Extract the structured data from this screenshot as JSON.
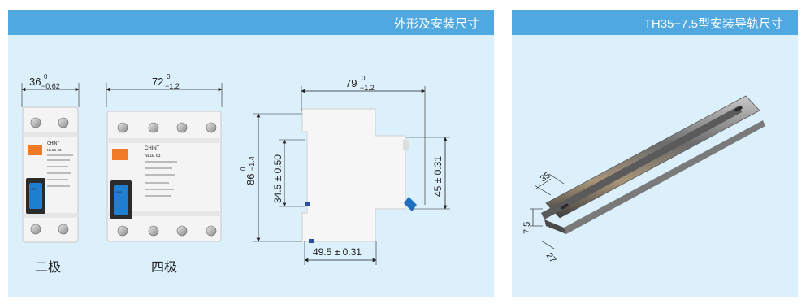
{
  "left_panel": {
    "title": "外形及安装尺寸",
    "dims": {
      "w2_main": "36",
      "w2_sup": "0",
      "w2_sub": "−0.62",
      "w4_main": "72",
      "w4_sup": "0",
      "w4_sub": "−1.2",
      "ws_main": "79",
      "ws_sup": "0",
      "ws_sub": "−1.2",
      "h_main": "86",
      "h_sup": "0",
      "h_sub": "−1.4",
      "h_inner": "34.5 ± 0.50",
      "h_right": "45 ± 0.31",
      "w_bottom": "49.5 ± 0.31"
    },
    "labels": {
      "two_pole": "二极",
      "four_pole": "四极"
    },
    "device_text": {
      "brand": "CHINT",
      "model": "NL1E 63",
      "toggle": "OFF"
    }
  },
  "right_panel": {
    "title": "TH35−7.5型安装导轨尺寸",
    "dims": {
      "width_top": "35",
      "height": "7.5",
      "width_bottom": "27"
    }
  },
  "colors": {
    "header": "#4fa8e0",
    "panel_bg": "#dcf0fb",
    "orange": "#f07a28",
    "blue": "#1f7fd0"
  }
}
